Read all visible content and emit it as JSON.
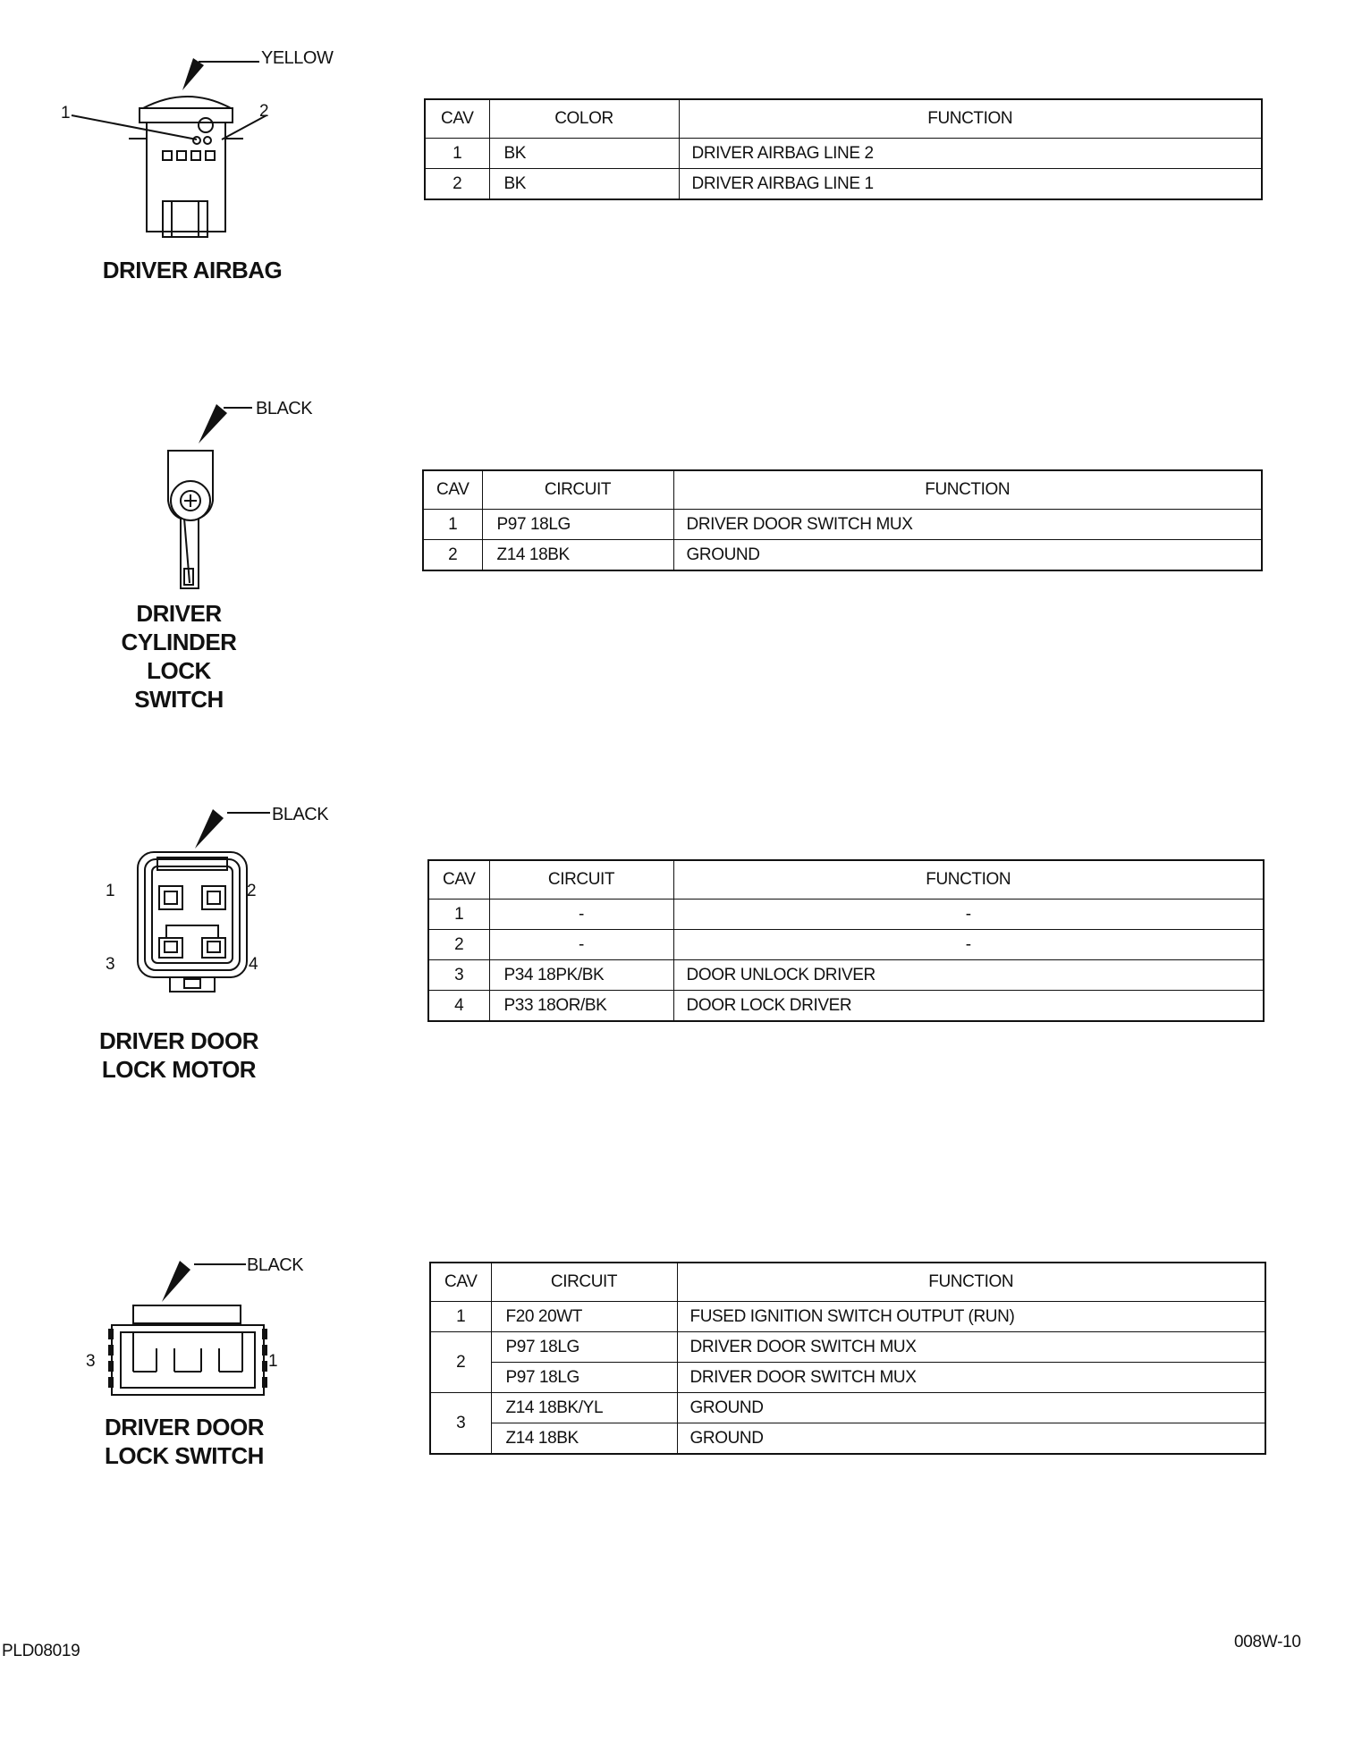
{
  "connectors": [
    {
      "title": "DRIVER AIRBAG",
      "color_label": "YELLOW",
      "pin_labels": [
        "1",
        "2"
      ],
      "columns": [
        "CAV",
        "COLOR",
        "FUNCTION"
      ],
      "rows": [
        {
          "cav": "1",
          "circuit": "BK",
          "function": "DRIVER AIRBAG LINE 2"
        },
        {
          "cav": "2",
          "circuit": "BK",
          "function": "DRIVER AIRBAG LINE 1"
        }
      ]
    },
    {
      "title_lines": [
        "DRIVER",
        "CYLINDER",
        "LOCK",
        "SWITCH"
      ],
      "color_label": "BLACK",
      "columns": [
        "CAV",
        "CIRCUIT",
        "FUNCTION"
      ],
      "rows": [
        {
          "cav": "1",
          "circuit": "P97 18LG",
          "function": "DRIVER DOOR SWITCH MUX"
        },
        {
          "cav": "2",
          "circuit": "Z14 18BK",
          "function": "GROUND"
        }
      ]
    },
    {
      "title_lines": [
        "DRIVER DOOR",
        "LOCK MOTOR"
      ],
      "color_label": "BLACK",
      "pin_labels": [
        "1",
        "2",
        "3",
        "4"
      ],
      "columns": [
        "CAV",
        "CIRCUIT",
        "FUNCTION"
      ],
      "rows": [
        {
          "cav": "1",
          "circuit": "-",
          "function": "-"
        },
        {
          "cav": "2",
          "circuit": "-",
          "function": "-"
        },
        {
          "cav": "3",
          "circuit": "P34  18PK/BK",
          "function": "DOOR UNLOCK DRIVER"
        },
        {
          "cav": "4",
          "circuit": "P33  18OR/BK",
          "function": "DOOR LOCK DRIVER"
        }
      ]
    },
    {
      "title_lines": [
        "DRIVER DOOR",
        "LOCK SWITCH"
      ],
      "color_label": "BLACK",
      "pin_labels": [
        "3",
        "1"
      ],
      "columns": [
        "CAV",
        "CIRCUIT",
        "FUNCTION"
      ],
      "rows": [
        {
          "cav": "1",
          "circuit": "F20 20WT",
          "function": "FUSED IGNITION SWITCH OUTPUT (RUN)"
        },
        {
          "cav": "2",
          "circuit": "P97 18LG",
          "function": "DRIVER DOOR SWITCH MUX"
        },
        {
          "cav": "",
          "circuit": "P97 18LG",
          "function": "DRIVER DOOR SWITCH MUX"
        },
        {
          "cav": "3",
          "circuit": "Z14 18BK/YL",
          "function": "GROUND"
        },
        {
          "cav": "",
          "circuit": "Z14 18BK",
          "function": "GROUND"
        }
      ]
    }
  ],
  "footer": {
    "left": "PLD08019",
    "right": "008W-10"
  }
}
